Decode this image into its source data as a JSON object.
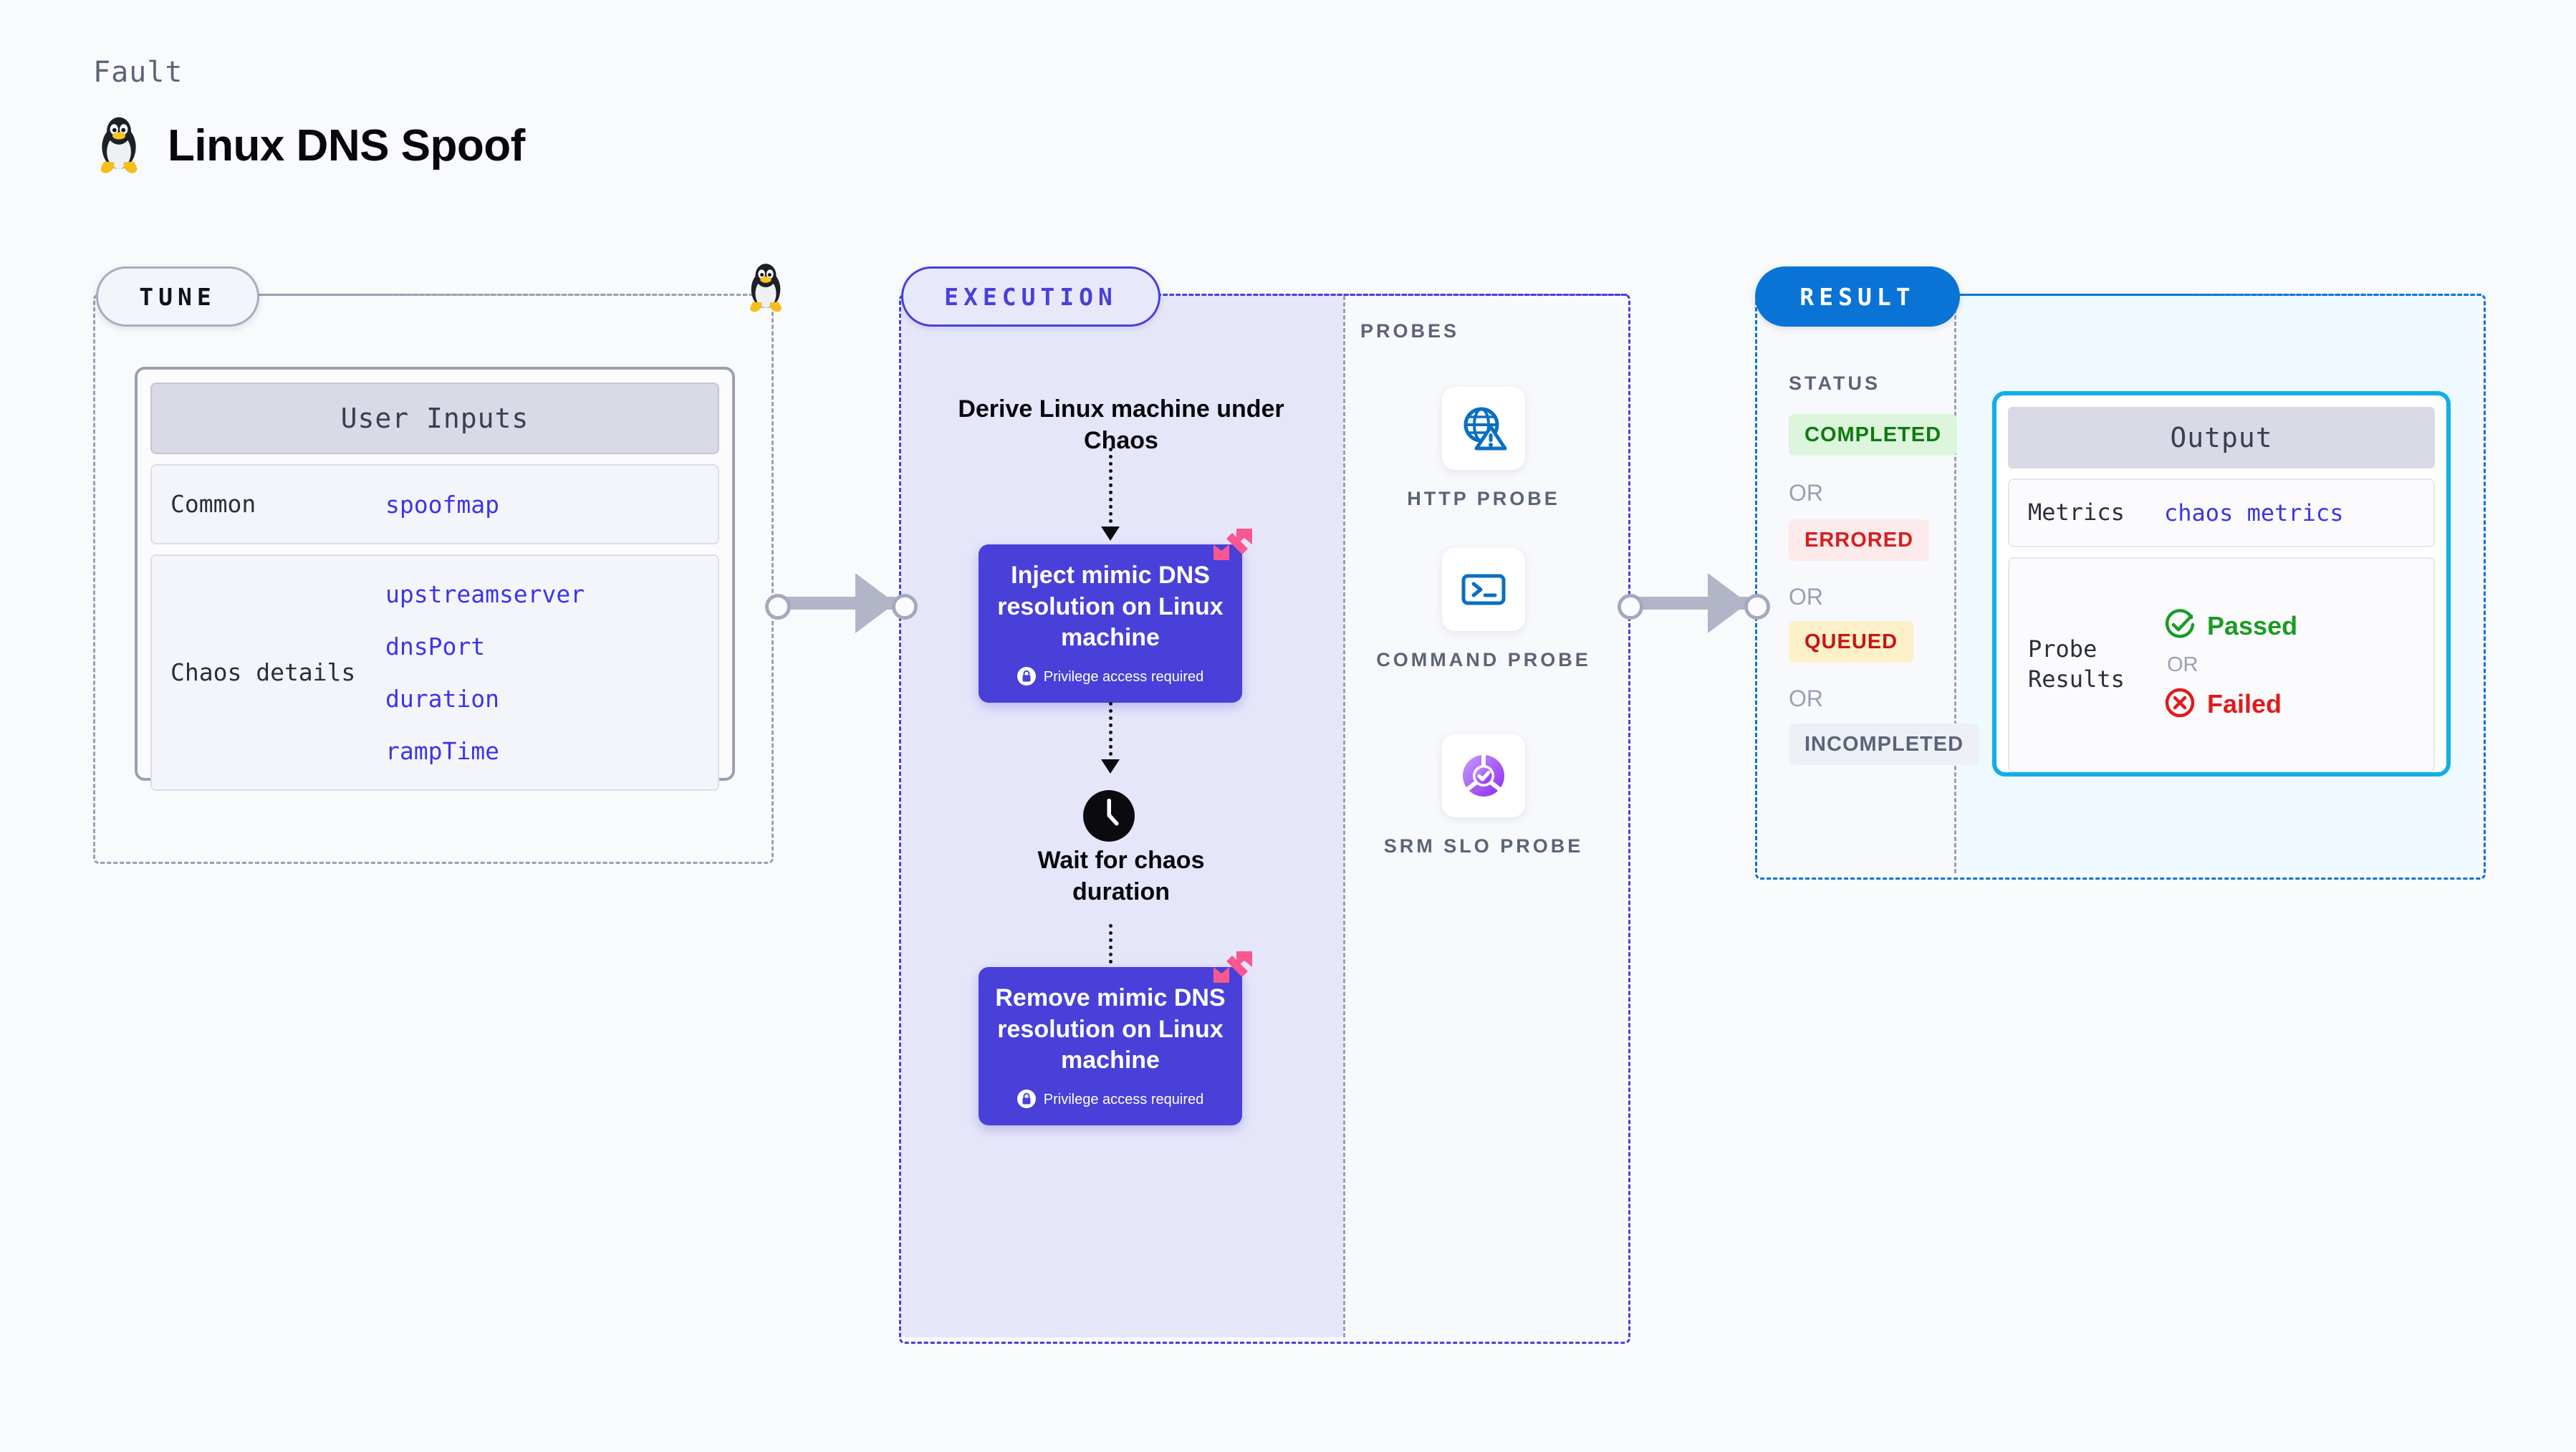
{
  "header": {
    "kicker": "Fault",
    "title": "Linux DNS Spoof",
    "platform_icon": "linux-penguin-icon"
  },
  "sections": {
    "tune": {
      "pill_label": "TUNE",
      "card": {
        "heading": "User Inputs",
        "rows": [
          {
            "key": "Common",
            "values": [
              "spoofmap"
            ]
          },
          {
            "key": "Chaos details",
            "values": [
              "upstreamserver",
              "dnsPort",
              "duration",
              "rampTime"
            ]
          }
        ]
      }
    },
    "execution": {
      "pill_label": "EXECUTION",
      "flow": {
        "derive_label": "Derive Linux machine under Chaos",
        "inject_label": "Inject mimic DNS resolution on Linux machine",
        "inject_privilege": "Privilege access required",
        "wait_label": "Wait for chaos duration",
        "remove_label": "Remove mimic DNS resolution on Linux machine",
        "remove_privilege": "Privilege access required"
      }
    },
    "probes": {
      "title": "PROBES",
      "items": [
        {
          "label": "HTTP PROBE",
          "icon": "globe-warning-icon"
        },
        {
          "label": "COMMAND PROBE",
          "icon": "terminal-icon"
        },
        {
          "label": "SRM SLO PROBE",
          "icon": "srm-slo-check-icon"
        }
      ]
    },
    "result": {
      "pill_label": "RESULT",
      "status_title": "STATUS",
      "or_label": "OR",
      "badges": [
        {
          "label": "COMPLETED",
          "bg": "#dcf5dc",
          "fg": "#107a10"
        },
        {
          "label": "ERRORED",
          "bg": "#fdeaea",
          "fg": "#d32020"
        },
        {
          "label": "QUEUED",
          "bg": "#fcf0c8",
          "fg": "#c41616"
        },
        {
          "label": "INCOMPLETED",
          "bg": "#eef0f6",
          "fg": "#5b6478"
        }
      ],
      "output": {
        "heading": "Output",
        "metrics_key": "Metrics",
        "metrics_value": "chaos metrics",
        "probe_key": "Probe Results",
        "passed_label": "Passed",
        "or_label": "OR",
        "failed_label": "Failed"
      }
    }
  },
  "colors": {
    "page_bg": "#f9fafc",
    "tune_accent": "#9aa0b0",
    "execution_accent": "#4840d8",
    "execution_fill": "#e6e6fb",
    "result_accent": "#0a74d6",
    "output_accent": "#12aee8",
    "param_value": "#3d34e8",
    "harness_flag": "#f9578f"
  }
}
